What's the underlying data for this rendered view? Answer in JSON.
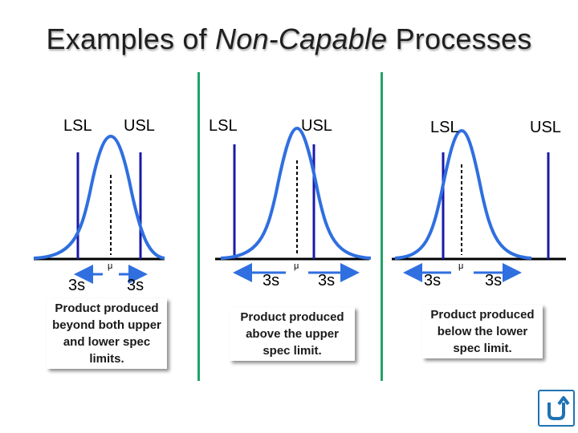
{
  "title": {
    "before": "Examples of ",
    "emphasis": "Non-Capable",
    "after": " Processes"
  },
  "panels": [
    {
      "lsl_label": "LSL",
      "usl_label": "USL",
      "mu_label": "μ",
      "left_sigma": "3s",
      "right_sigma": "3s",
      "caption": "Product produced beyond both upper and lower spec limits."
    },
    {
      "lsl_label": "LSL",
      "usl_label": "USL",
      "mu_label": "μ",
      "left_sigma": "3s",
      "right_sigma": "3s",
      "caption": "Product produced above the upper spec limit."
    },
    {
      "lsl_label": "LSL",
      "usl_label": "USL",
      "mu_label": "μ",
      "left_sigma": "3s",
      "right_sigma": "3s",
      "caption": "Product produced below the lower spec limit."
    }
  ],
  "colors": {
    "curve": "#2f6fe0",
    "spec_line": "#1a1aa8",
    "baseline": "#000000",
    "divider": "#21a366",
    "arrow": "#2f6fe0"
  },
  "icons": {
    "nav": "return-arrow-icon"
  }
}
